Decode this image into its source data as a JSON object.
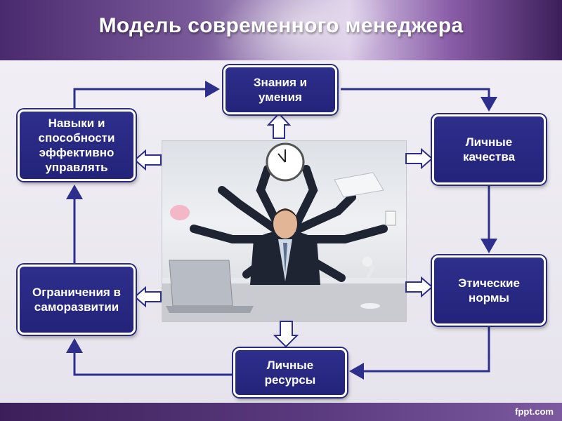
{
  "header": {
    "title": "Модель современного менеджера"
  },
  "boxes": {
    "knowledge": "Знания и умения",
    "skills": "Навыки и способности эффективно управлять",
    "personal_qualities": "Личные качества",
    "limitations": "Ограничения в саморазвитии",
    "ethics": "Этические нормы",
    "resources": "Личные ресурсы"
  },
  "footer": {
    "brand": "fppt.com"
  },
  "colors": {
    "box_fill": "#2e2f8c",
    "connector": "#2e2f8c",
    "header": "#5a3a7e"
  },
  "image": {
    "subject": "multi-armed-businessman-photo"
  }
}
